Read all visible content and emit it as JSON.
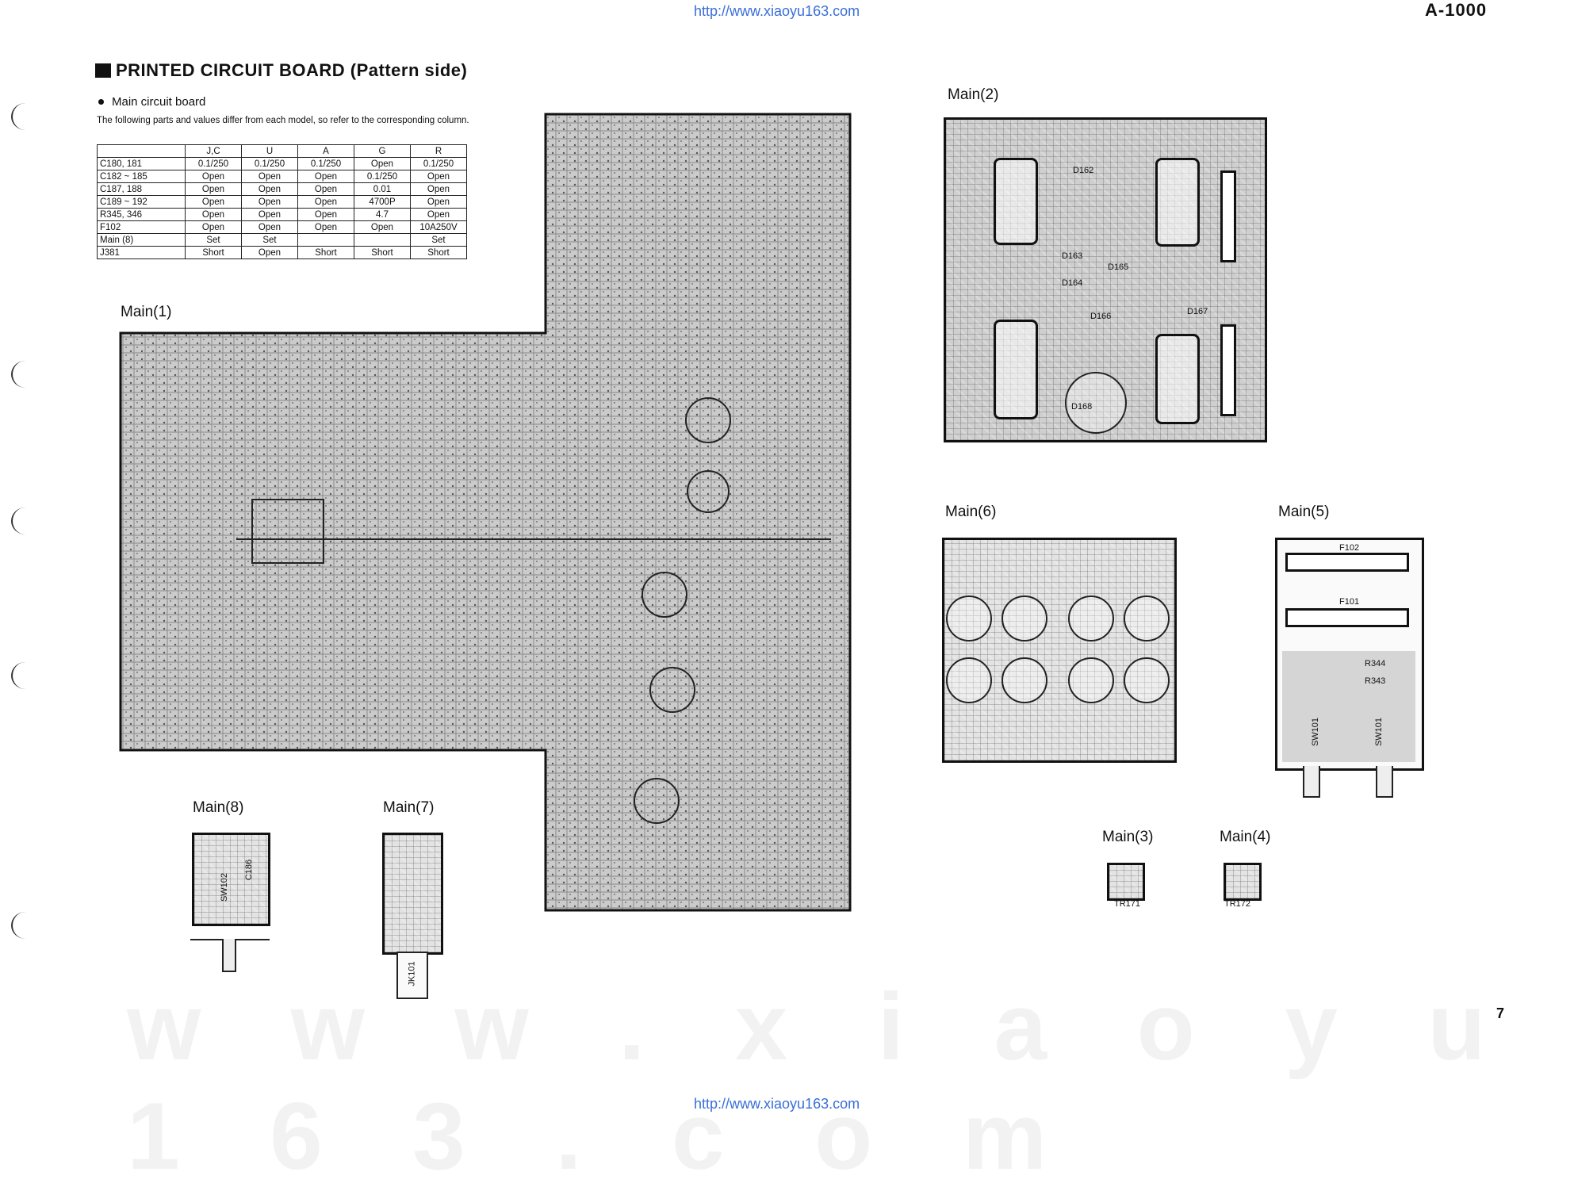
{
  "header": {
    "url_top": "http://www.xiaoyu163.com",
    "url_bottom": "http://www.xiaoyu163.com",
    "model": "A-1000",
    "page_number": "7",
    "watermark": "w w w . x i a o y u 1 6 3 . c o m"
  },
  "section": {
    "title": "PRINTED CIRCUIT BOARD (Pattern side)",
    "subtitle": "Main circuit board",
    "note": "The following parts and values differ from each model, so refer to the corresponding column."
  },
  "parts_table": {
    "columns": [
      "",
      "J,C",
      "U",
      "A",
      "G",
      "R"
    ],
    "rows": [
      [
        "C180, 181",
        "0.1/250",
        "0.1/250",
        "0.1/250",
        "Open",
        "0.1/250"
      ],
      [
        "C182 ~ 185",
        "Open",
        "Open",
        "Open",
        "0.1/250",
        "Open"
      ],
      [
        "C187, 188",
        "Open",
        "Open",
        "Open",
        "0.01",
        "Open"
      ],
      [
        "C189 ~ 192",
        "Open",
        "Open",
        "Open",
        "4700P",
        "Open"
      ],
      [
        "R345, 346",
        "Open",
        "Open",
        "Open",
        "4.7",
        "Open"
      ],
      [
        "F102",
        "Open",
        "Open",
        "Open",
        "Open",
        "10A250V"
      ],
      [
        "Main (8)",
        "Set",
        "Set",
        "",
        "",
        "Set"
      ],
      [
        "J381",
        "Short",
        "Open",
        "Short",
        "Short",
        "Short"
      ]
    ]
  },
  "boards": {
    "main1": "Main(1)",
    "main2": "Main(2)",
    "main3": "Main(3)",
    "main4": "Main(4)",
    "main5": "Main(5)",
    "main6": "Main(6)",
    "main7": "Main(7)",
    "main8": "Main(8)"
  },
  "component_labels": {
    "sw102": "SW102",
    "c186": "C186",
    "jk101": "JK101",
    "tr171": "TR171",
    "tr172": "TR172",
    "f101": "F101",
    "f102": "F102",
    "r344": "R344",
    "r343": "R343",
    "sw101_1": "SW101",
    "sw101_2": "SW101",
    "d168": "D168",
    "d162": "D162",
    "d163": "D163",
    "d164": "D164",
    "d165": "D165",
    "d166": "D166",
    "d167": "D167"
  }
}
